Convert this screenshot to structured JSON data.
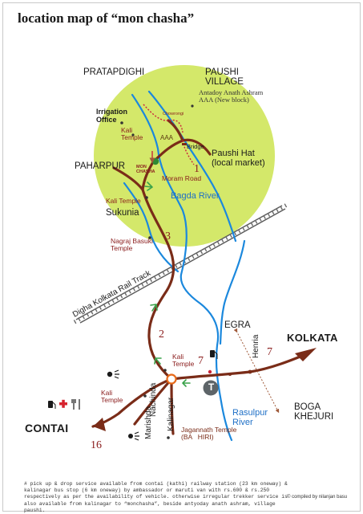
{
  "title": "location map of “mon chasha”",
  "colors": {
    "circle_fill": "#d4e86a",
    "road": "#7a2c18",
    "river": "#1b88dd",
    "accent_red": "#c9263a",
    "marker_green": "#2f8a33",
    "green_arrow": "#3aa24a",
    "dark_grey": "#5d6468"
  },
  "labels": {
    "pratapdighi": "PRATAPDIGHI",
    "paushi_village": "PAUSHI\nVILLAGE",
    "antadoy": "Antadoy Anath Ashram\nAAA (New block)",
    "irrigation_office": "Irrigation\nOffice",
    "chowrongi": "Chowrongi",
    "kali_temple_1": "Kali\nTemple",
    "aaa": "AAA",
    "bridge": "Bridge",
    "paushi_hat": "Paushi Hat\n(local market)",
    "mon_chasha": "MON\nCHASHA",
    "paharpur": "PAHARPUR",
    "moram_road": "Moram Road",
    "kali_temple_2": "Kali Temple",
    "sukunia": "Sukunia",
    "bagda_river": "Bagda River",
    "nagraj_basuki": "Nagraj Basuki\nTemple",
    "rail_track": "Digha Kolkata Rail Track",
    "egra": "EGRA",
    "henria": "Henria",
    "kolkata": "KOLKATA",
    "kali_temple_3": "Kali\nTemple",
    "kali_temple_4": "Kali\nTemple",
    "nachinda": "Nachinda",
    "kalinagar": "Kalinagar",
    "marishda": "Marishda",
    "jagannath": "Jagannath Temple\n(BA   HIRI)",
    "rasulpur": "Rasulpur\nRiver",
    "boga_khejuri": "BOGA\nKHEJURI",
    "contai": "CONTAI",
    "t_marker": "T"
  },
  "distances": {
    "d1": "1",
    "d2": "2",
    "d3": "3",
    "d7a": "7",
    "d7b": "7",
    "d16": "16"
  },
  "footnote": "# pick up & drop service available from contai (kathi) railway station (23 km oneway) & kalinagar bus stop (6 km oneway) by ambassador or maruti van with rs.600 & rs.250 respectively as per the availability of vehicle. otherwise irregular trekker service is also available from kalinagar to “monchasha”, beside antyoday anath ashram, village paushi.",
  "credit": "compiled by nilanjan basu",
  "icons": [
    "fuel-pump-icon",
    "first-aid-cross-icon",
    "restaurant-icon",
    "view-point-icon",
    "copyright-icon"
  ]
}
